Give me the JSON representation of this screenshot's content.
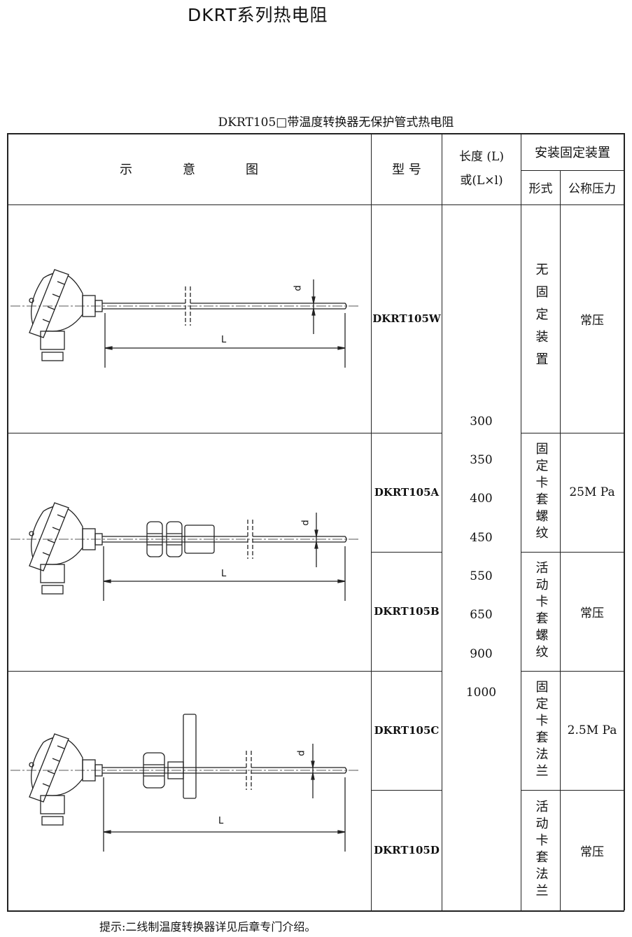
{
  "title": "DKRT系列热电阻",
  "subtitle": "DKRT105□带温度转换器无保护管式热电阻",
  "header": {
    "diagram": "示　　　　意　　　　图",
    "model": "型 号",
    "length_line1": "长度 (L)",
    "length_line2": "或(L×l)",
    "install": "安装固定装置",
    "form": "形式",
    "pressure": "公称压力"
  },
  "drawing_labels": {
    "length": "L",
    "diameter": "d"
  },
  "rows": [
    {
      "model": "DKRT105W",
      "form": "无固定装置",
      "pressure": "常压"
    },
    {
      "model": "DKRT105A",
      "form": "固定卡套螺纹",
      "pressure": "25M Pa"
    },
    {
      "model": "DKRT105B",
      "form": "活动卡套螺纹",
      "pressure": "常压"
    },
    {
      "model": "DKRT105C",
      "form": "固定卡套法兰",
      "pressure": "2.5M Pa"
    },
    {
      "model": "DKRT105D",
      "form": "活动卡套法兰",
      "pressure": "常压"
    }
  ],
  "lengths": [
    "300",
    "350",
    "400",
    "450",
    "550",
    "650",
    "900",
    "1000"
  ],
  "note": "提示:二线制温度转换器详见后章专门介绍。"
}
